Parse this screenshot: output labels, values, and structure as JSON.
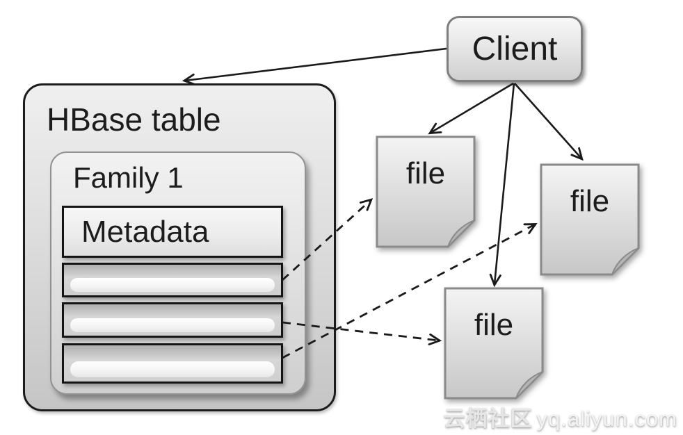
{
  "diagram": {
    "client": {
      "label": "Client"
    },
    "hbase": {
      "title": "HBase table",
      "family": {
        "title": "Family 1",
        "metadata_label": "Metadata",
        "data_row_count": 3
      }
    },
    "files": [
      {
        "label": "file"
      },
      {
        "label": "file"
      },
      {
        "label": "file"
      }
    ],
    "edges": [
      {
        "from": "client",
        "to": "hbase-table",
        "style": "solid"
      },
      {
        "from": "client",
        "to": "file-1",
        "style": "solid"
      },
      {
        "from": "client",
        "to": "file-2",
        "style": "solid"
      },
      {
        "from": "client",
        "to": "file-3",
        "style": "solid"
      },
      {
        "from": "family1-row-1",
        "to": "file-1",
        "style": "dashed"
      },
      {
        "from": "family1-row-2",
        "to": "file-3",
        "style": "dashed"
      },
      {
        "from": "family1-row-3",
        "to": "file-2",
        "style": "dashed"
      }
    ],
    "colors": {
      "line": "#1a1a1a",
      "box_border_dark": "#1c1c1c",
      "box_border_gray": "#8a8a8a",
      "fill_light": "#f3f3f3",
      "fill_dark": "#c6c6c6"
    },
    "watermark": {
      "cjk": "云栖社区",
      "latin": "yq.aliyun.com"
    }
  }
}
